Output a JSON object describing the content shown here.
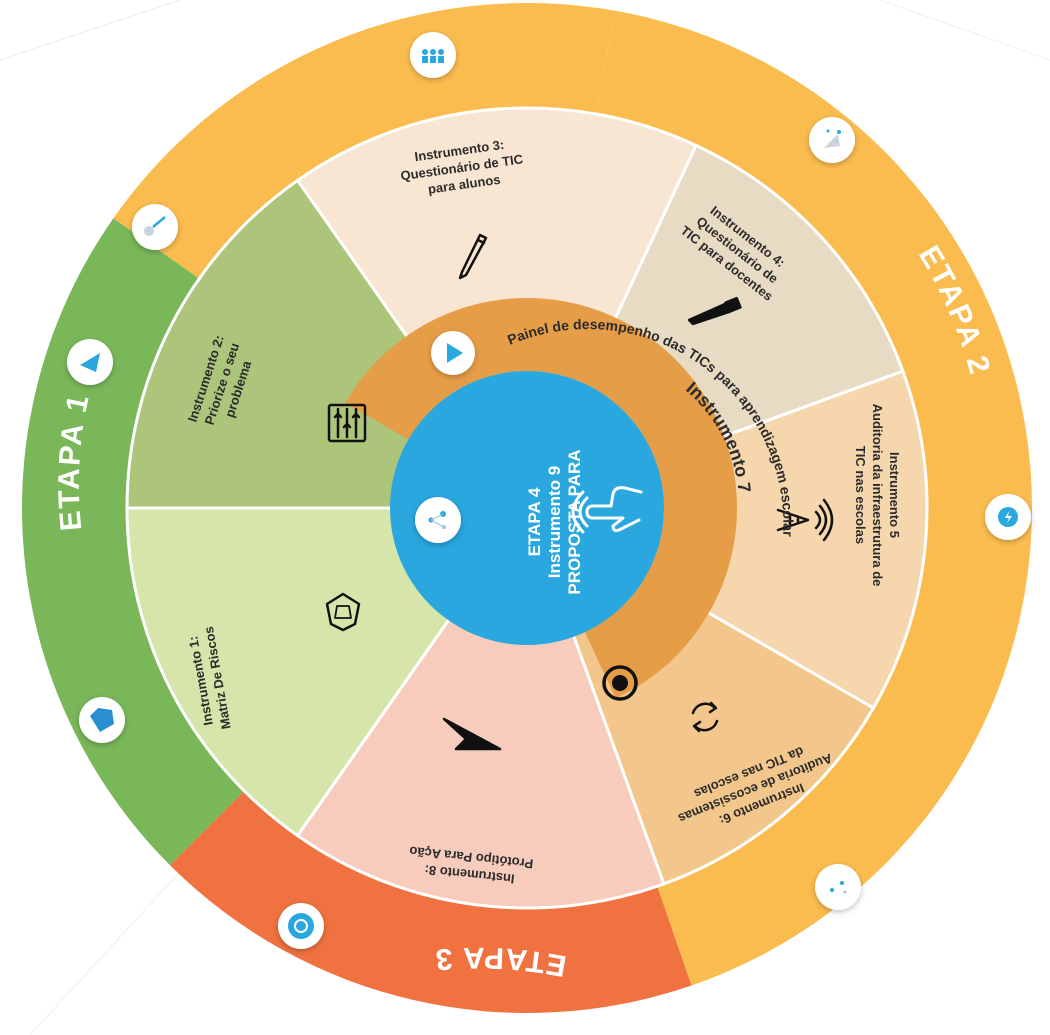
{
  "colors": {
    "etapa1": "#79b759",
    "etapa2": "#fbbc4f",
    "etapa3": "#ef7240",
    "instrument_ring": "#e59d47",
    "center": "#2aa7df",
    "seg1": "#d6e6aa",
    "seg2": "#adc47b",
    "seg3": "#f9e6d2",
    "seg4": "#e8dbc4",
    "seg5": "#f5d6ad",
    "seg6": "#f3c78b",
    "seg8": "#f7ccbc"
  },
  "rings": {
    "etapa1": "ETAPA 1",
    "etapa2": "ETAPA 2",
    "etapa3": "ETAPA 3"
  },
  "segments": [
    {
      "id": "seg2",
      "lines": [
        "Instrumento 2:",
        "Priorize o seu",
        "problema"
      ],
      "icon": "sliders-icon"
    },
    {
      "id": "seg3",
      "lines": [
        "Instrumento 3:",
        "Questionário de TIC",
        "para alunos"
      ],
      "icon": "pencil-icon"
    },
    {
      "id": "seg4",
      "lines": [
        "Instrumento 4:",
        "Questionário de",
        "TIC para docentes"
      ],
      "icon": "pen-icon"
    },
    {
      "id": "seg5",
      "lines": [
        "Instrumento 5",
        "Auditoria da infraestrutura de",
        "TIC nas escolas"
      ],
      "icon": "antenna-icon"
    },
    {
      "id": "seg6",
      "lines": [
        "Instrumento 6:",
        "Auditoria de ecossistemas",
        "da TIC nas escolas"
      ],
      "icon": "refresh-icon"
    },
    {
      "id": "seg8",
      "lines": [
        "Instrumento 8:",
        "Protótipo Para Ação"
      ],
      "icon": "paper-plane-icon"
    },
    {
      "id": "seg1",
      "lines": [
        "Instrumento 1:",
        "Matriz De Riscos"
      ],
      "icon": "shield-icon"
    }
  ],
  "instrument7": {
    "title": "Instrumento 7",
    "subtitle": "Painel de desempenho das TICs para aprendizagem escolar"
  },
  "center": {
    "lines": [
      "ETAPA 4",
      "Instrumento 9",
      "PROPOSTA PARA"
    ]
  }
}
